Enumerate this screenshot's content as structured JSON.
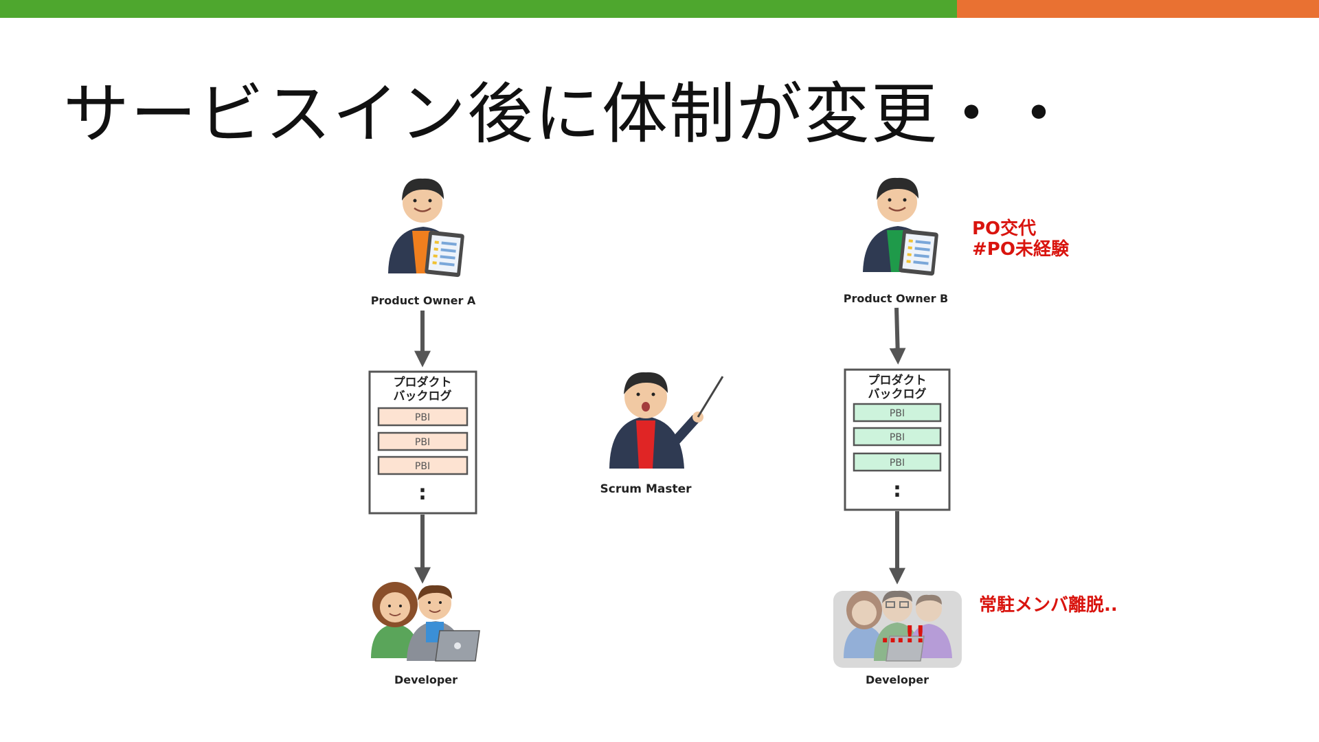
{
  "title": "サービスイン後に体制が変更・・",
  "colors": {
    "top_bar_green": "#4ea72e",
    "top_bar_orange": "#e97132",
    "note_red": "#d9140e",
    "arrow": "#555555",
    "pbi_left_fill": "#fde3d2",
    "pbi_right_fill": "#cdf3dc"
  },
  "left": {
    "owner_label": "Product Owner A",
    "backlog_title_1": "プロダクト",
    "backlog_title_2": "バックログ",
    "pbis": [
      "PBI",
      "PBI",
      "PBI"
    ],
    "more": ":",
    "developer_label": "Developer"
  },
  "center": {
    "scrum_master_label": "Scrum Master"
  },
  "right": {
    "owner_label": "Product Owner B",
    "po_note_1": "PO交代",
    "po_note_2": "#PO未経験",
    "backlog_title_1": "プロダクト",
    "backlog_title_2": "バックログ",
    "pbis": [
      "PBI",
      "PBI",
      "PBI"
    ],
    "more": ":",
    "developer_label": "Developer",
    "developer_note": "常駐メンバ離脱..",
    "surprise_mark": "…!!"
  }
}
